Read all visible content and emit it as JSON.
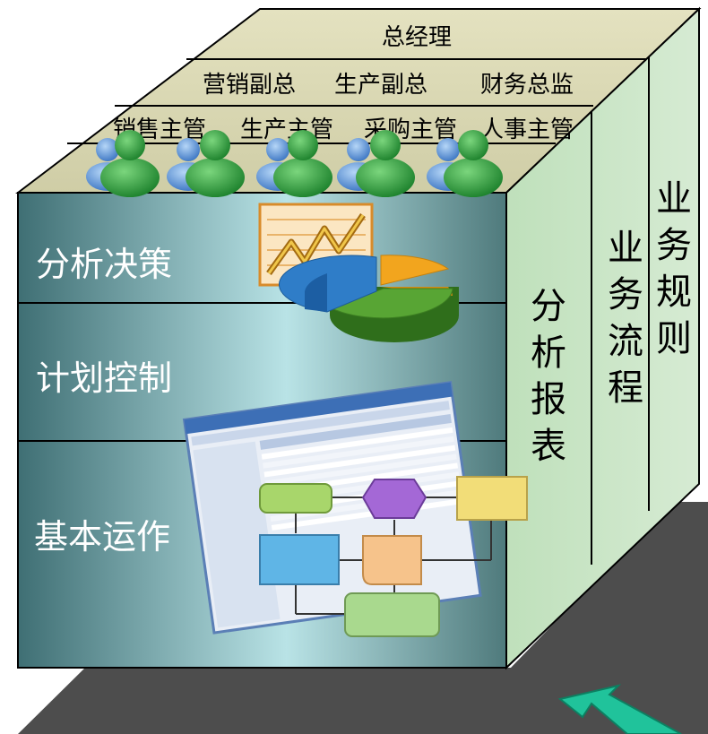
{
  "top": {
    "row1": [
      "总经理"
    ],
    "row2": [
      "营销副总",
      "生产副总",
      "财务总监"
    ],
    "row3": [
      "销售主管",
      "生产主管",
      "采购主管",
      "人事主管"
    ]
  },
  "front": {
    "sections": [
      "分析决策",
      "计划控制",
      "基本运作"
    ]
  },
  "side": {
    "columns": [
      "分析报表",
      "业务流程",
      "业务规则"
    ]
  },
  "colors": {
    "top_face": "#d9d7b2",
    "front_face": "#8fb0b3",
    "side_face": "#c2ddbf",
    "edge": "#000000",
    "shadow": "#4a4a4a",
    "arrow": "#1fc39b",
    "person_green": "#2e9e3a",
    "person_blue": "#4f8fd6"
  },
  "icons": [
    "people-icon",
    "line-chart-icon",
    "pie-chart-icon",
    "software-screenshot-icon",
    "flowchart-icon",
    "arrow-up-icon"
  ]
}
